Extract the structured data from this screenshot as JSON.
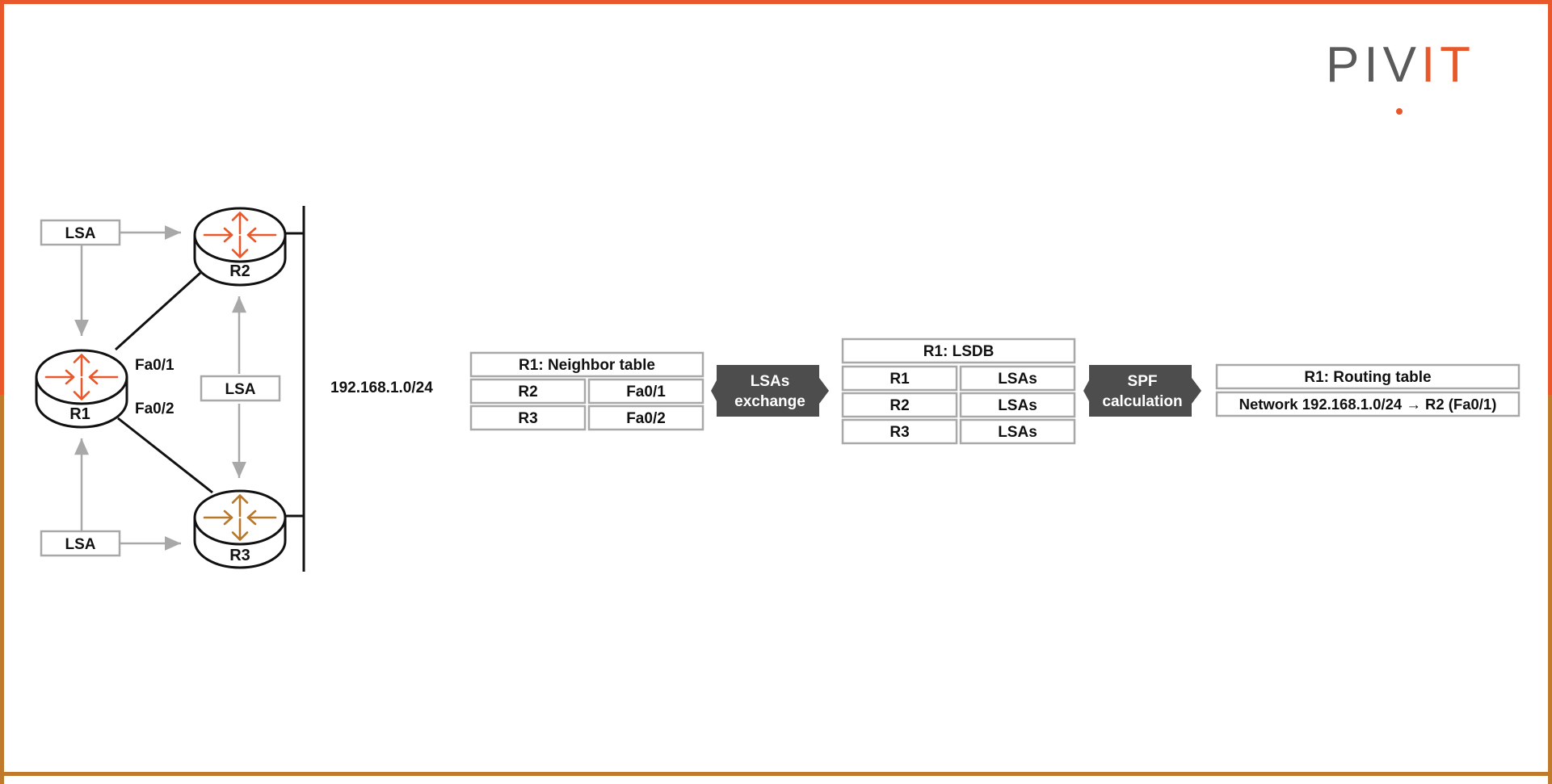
{
  "logo": {
    "part1": "PI",
    "part2": "V",
    "part3": "IT"
  },
  "topology": {
    "lsa_top": "LSA",
    "lsa_middle": "LSA",
    "lsa_bottom": "LSA",
    "router_r1": "R1",
    "router_r2": "R2",
    "router_r3": "R3",
    "iface_fa01": "Fa0/1",
    "iface_fa02": "Fa0/2",
    "network": "192.168.1.0/24"
  },
  "neighbor_table": {
    "title": "R1: Neighbor table",
    "rows": [
      {
        "router": "R2",
        "iface": "Fa0/1"
      },
      {
        "router": "R3",
        "iface": "Fa0/2"
      }
    ]
  },
  "step1": {
    "line1": "LSAs",
    "line2": "exchange"
  },
  "lsdb": {
    "title": "R1: LSDB",
    "rows": [
      {
        "router": "R1",
        "value": "LSAs"
      },
      {
        "router": "R2",
        "value": "LSAs"
      },
      {
        "router": "R3",
        "value": "LSAs"
      }
    ]
  },
  "step2": {
    "line1": "SPF",
    "line2": "calculation"
  },
  "routing_table": {
    "title": "R1: Routing table",
    "entry": "Network 192.168.1.0/24 → R2 (Fa0/1)"
  },
  "colors": {
    "frame_top": "#e8582a",
    "frame_bottom": "#c07a2c",
    "r1_arrows": "#e8582a",
    "r2_arrows": "#e8582a",
    "r3_arrows": "#b8782a",
    "arrow_gray": "#a8a8a8",
    "box_border": "#a8a8a8",
    "step_fill": "#4d4d4d",
    "logo_gray": "#5a5a5a",
    "logo_accent": "#e8582a"
  }
}
